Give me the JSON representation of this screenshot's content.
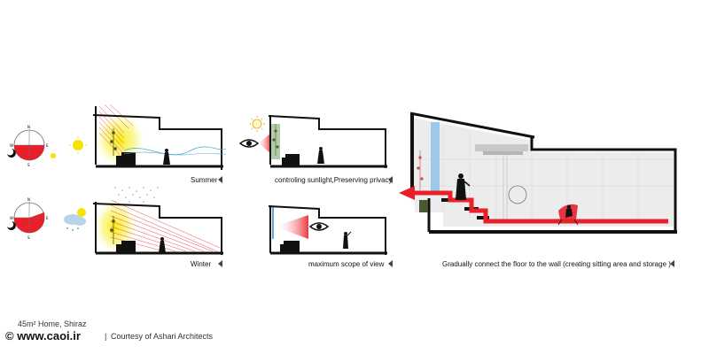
{
  "panels": {
    "summer": {
      "label": "Summer"
    },
    "winter": {
      "label": "Winter"
    },
    "sunlight": {
      "label": "controling sunlight,Preserving privacy"
    },
    "view": {
      "label": "maximum scope of view"
    },
    "section": {
      "label": "Gradually connect the floor to the wall  (creating sitting area and storage )"
    }
  },
  "compass": {
    "north": "N",
    "south": "S",
    "east": "E",
    "west": "W"
  },
  "credits": {
    "project": "45m² Home, Shiraz",
    "site": "© www.caoi.ir",
    "separator": "|",
    "courtesy": "Courtesy of Ashari Architects"
  },
  "colors": {
    "accent_red": "#e8202a",
    "sun_yellow": "#f5e300",
    "wall_black": "#111111",
    "water_blue": "#5aa9d6"
  }
}
